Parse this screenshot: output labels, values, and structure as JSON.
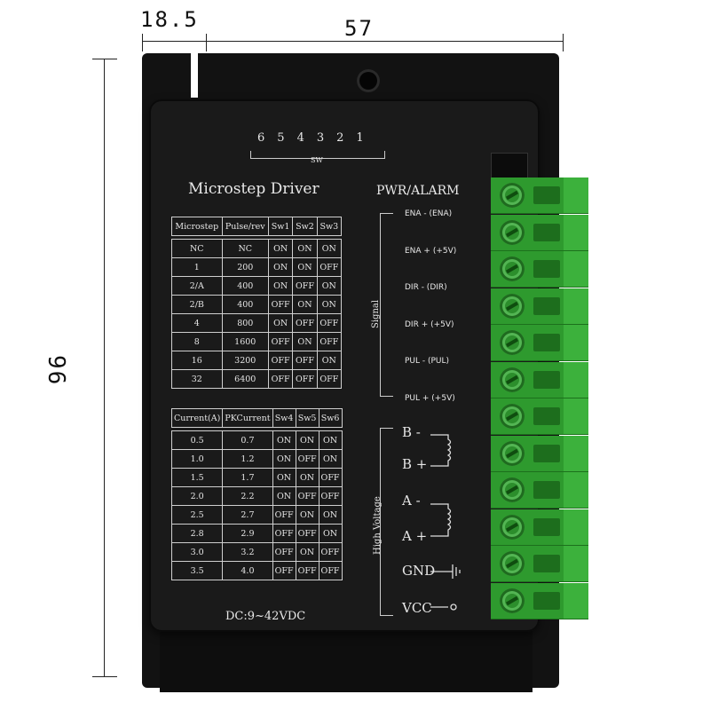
{
  "dimensions": {
    "left_width": "18.5",
    "width": "57",
    "height": "96"
  },
  "device": {
    "title": "Microstep Driver",
    "status_label": "PWR/ALARM",
    "switch_header": {
      "numbers": [
        "6",
        "5",
        "4",
        "3",
        "2",
        "1"
      ],
      "label": "SW"
    },
    "microstep_table": {
      "headers": [
        "Microstep",
        "Pulse/rev",
        "Sw1",
        "Sw2",
        "Sw3"
      ],
      "rows": [
        [
          "NC",
          "NC",
          "ON",
          "ON",
          "ON"
        ],
        [
          "1",
          "200",
          "ON",
          "ON",
          "OFF"
        ],
        [
          "2/A",
          "400",
          "ON",
          "OFF",
          "ON"
        ],
        [
          "2/B",
          "400",
          "OFF",
          "ON",
          "ON"
        ],
        [
          "4",
          "800",
          "ON",
          "OFF",
          "OFF"
        ],
        [
          "8",
          "1600",
          "OFF",
          "ON",
          "OFF"
        ],
        [
          "16",
          "3200",
          "OFF",
          "OFF",
          "ON"
        ],
        [
          "32",
          "6400",
          "OFF",
          "OFF",
          "OFF"
        ]
      ]
    },
    "current_table": {
      "headers": [
        "Current(A)",
        "PKCurrent",
        "Sw4",
        "Sw5",
        "Sw6"
      ],
      "rows": [
        [
          "0.5",
          "0.7",
          "ON",
          "ON",
          "ON"
        ],
        [
          "1.0",
          "1.2",
          "ON",
          "OFF",
          "ON"
        ],
        [
          "1.5",
          "1.7",
          "ON",
          "ON",
          "OFF"
        ],
        [
          "2.0",
          "2.2",
          "ON",
          "OFF",
          "OFF"
        ],
        [
          "2.5",
          "2.7",
          "OFF",
          "ON",
          "ON"
        ],
        [
          "2.8",
          "2.9",
          "OFF",
          "OFF",
          "ON"
        ],
        [
          "3.0",
          "3.2",
          "OFF",
          "ON",
          "OFF"
        ],
        [
          "3.5",
          "4.0",
          "OFF",
          "OFF",
          "OFF"
        ]
      ]
    },
    "power_spec": "DC:9~42VDC",
    "signal_group_label": "Signal",
    "signal_terminals": [
      "ENA - (ENA)",
      "ENA + (+5V)",
      "DIR - (DIR)",
      "DIR + (+5V)",
      "PUL - (PUL)",
      "PUL + (+5V)"
    ],
    "hv_group_label": "High Voltage",
    "hv_terminals": [
      "B -",
      "B +",
      "A -",
      "A +",
      "GND",
      "VCC"
    ]
  },
  "colors": {
    "enclosure": "#151515",
    "terminal_green": "#2e9a2e",
    "print": "#e8e8e8"
  }
}
